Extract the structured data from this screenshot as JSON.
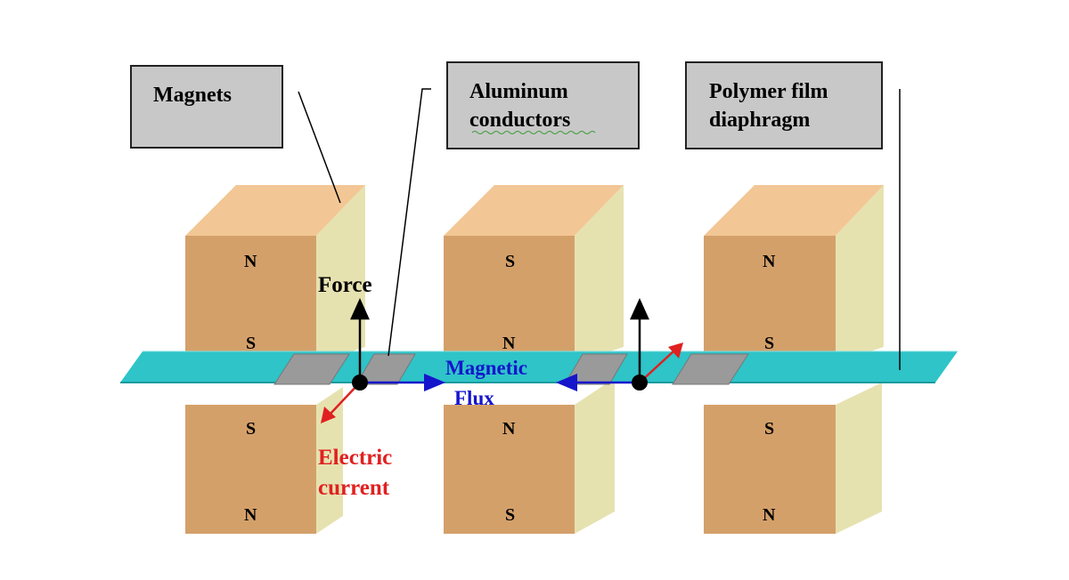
{
  "labels": {
    "magnets": "Magnets",
    "aluminum_line1": "Aluminum",
    "aluminum_line2": "conductors",
    "polymer_line1": "Polymer film",
    "polymer_line2": "diaphragm",
    "force": "Force",
    "flux_line1": "Magnetic",
    "flux_line2": "Flux",
    "current_line1": "Electric",
    "current_line2": "current"
  },
  "poles": {
    "left_upper_top": "N",
    "left_upper_bottom": "S",
    "left_lower_top": "S",
    "left_lower_bottom": "N",
    "mid_upper_top": "S",
    "mid_upper_bottom": "N",
    "mid_lower_top": "N",
    "mid_lower_bottom": "S",
    "right_upper_top": "N",
    "right_upper_bottom": "S",
    "right_lower_top": "S",
    "right_lower_bottom": "N"
  },
  "colors": {
    "magnet_front": "#D4A06A",
    "magnet_top": "#F2C795",
    "magnet_side": "#E6E2B0",
    "diaphragm": "#2EC4C8",
    "conductor": "#9A9A9A",
    "label_box": "#C8C8C8",
    "force_arrow": "#000000",
    "flux_color": "#1515CC",
    "current_color": "#E02020"
  }
}
